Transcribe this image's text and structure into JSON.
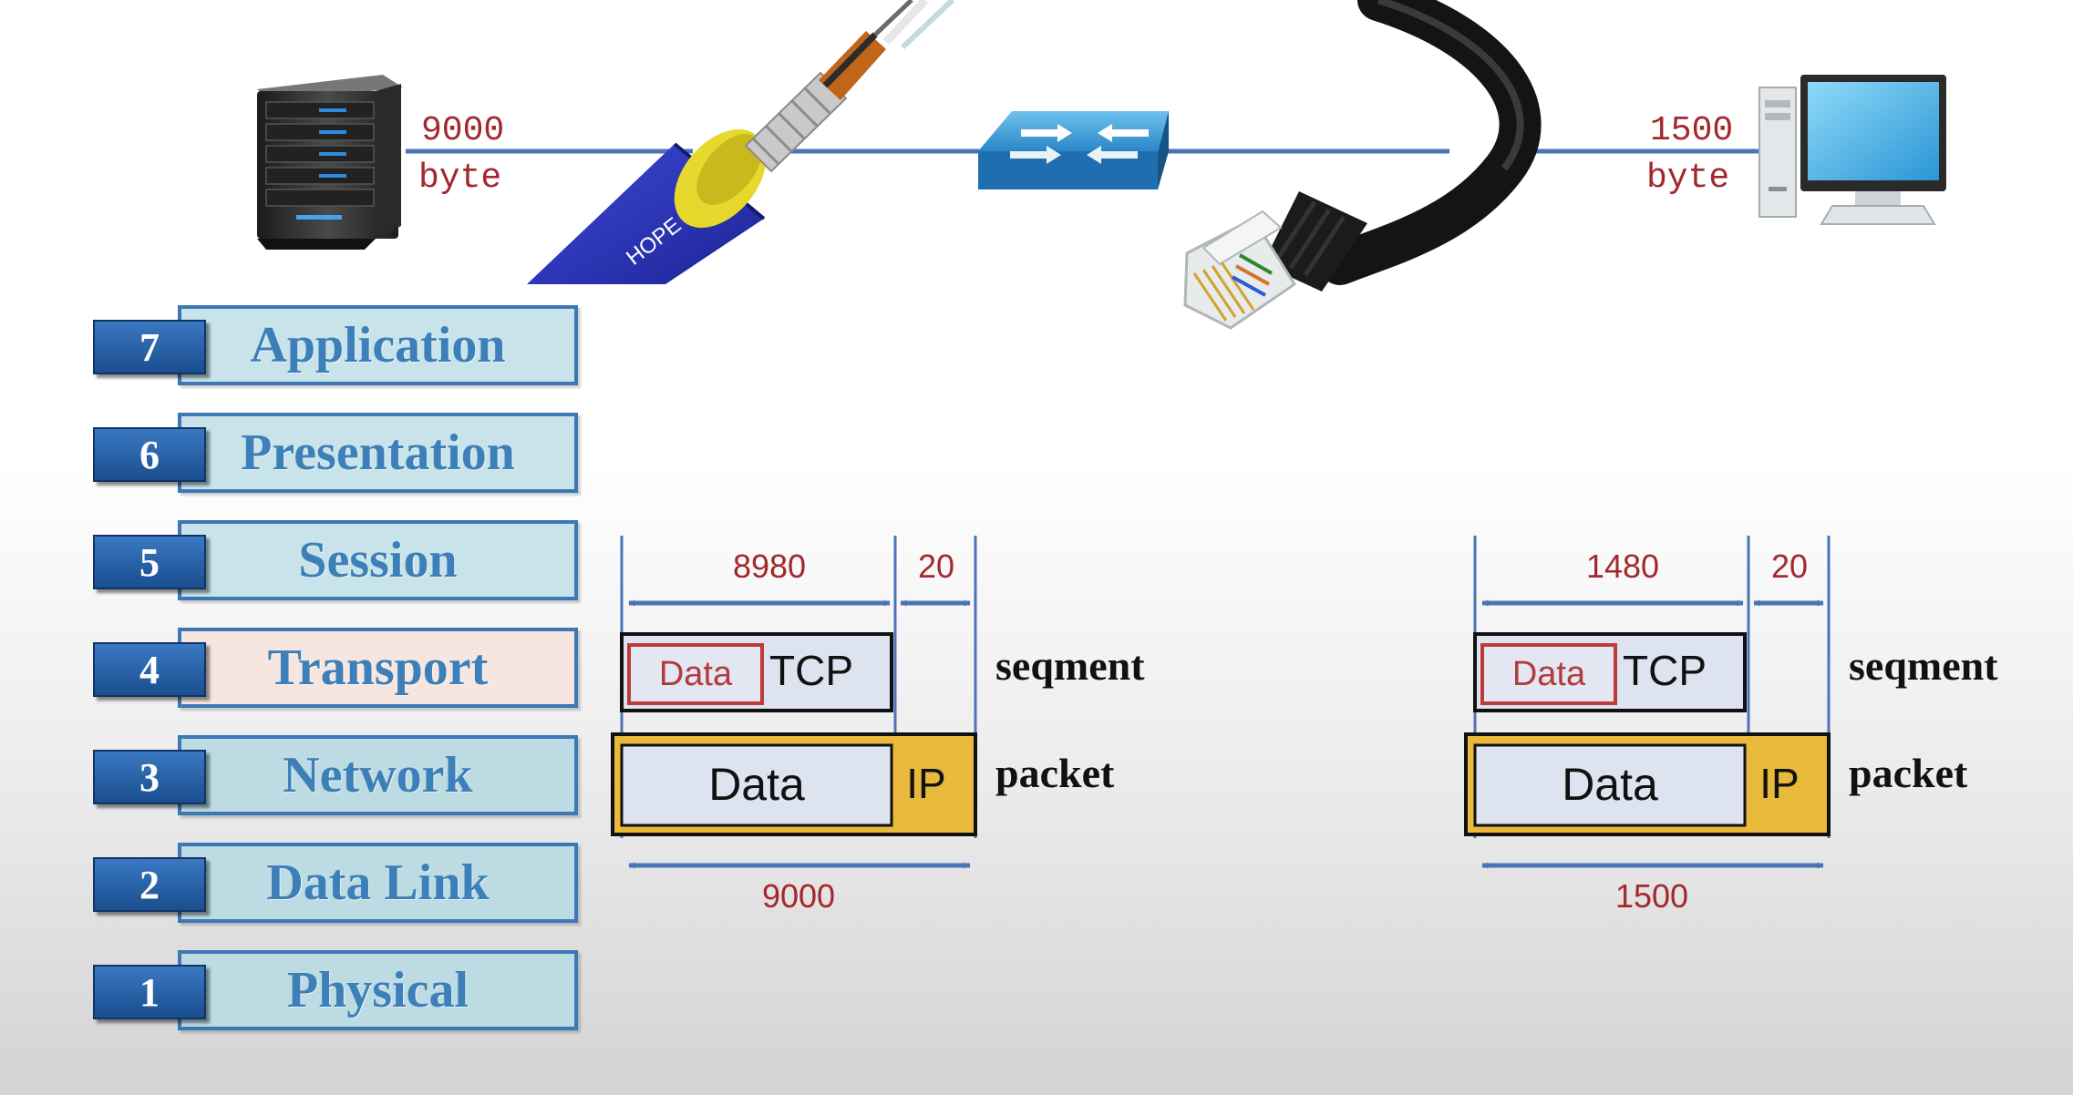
{
  "top": {
    "server_speed_value": "9000",
    "server_speed_unit": "byte",
    "client_speed_value": "1500",
    "client_speed_unit": "byte",
    "cable_brand": "HOPE"
  },
  "osi_layers": [
    {
      "number": "7",
      "name": "Application"
    },
    {
      "number": "6",
      "name": "Presentation"
    },
    {
      "number": "5",
      "name": "Session"
    },
    {
      "number": "4",
      "name": "Transport"
    },
    {
      "number": "3",
      "name": "Network"
    },
    {
      "number": "2",
      "name": "Data Link"
    },
    {
      "number": "1",
      "name": "Physical"
    }
  ],
  "frames": {
    "left": {
      "data_size": "8980",
      "header_size": "20",
      "total_size": "9000",
      "segment_data": "Data",
      "segment_header": "TCP",
      "packet_data": "Data",
      "packet_header": "IP",
      "segment_label": "seqment",
      "packet_label": "packet"
    },
    "right": {
      "data_size": "1480",
      "header_size": "20",
      "total_size": "1500",
      "segment_data": "Data",
      "segment_header": "TCP",
      "packet_data": "Data",
      "packet_header": "IP",
      "segment_label": "seqment",
      "packet_label": "packet"
    }
  },
  "colors": {
    "number_red": "#a3282d",
    "line_blue": "#4a74b5",
    "layer_text": "#3d7fb8",
    "ip_yellow": "#e9b93c",
    "data_fill": "#dde3ef"
  }
}
